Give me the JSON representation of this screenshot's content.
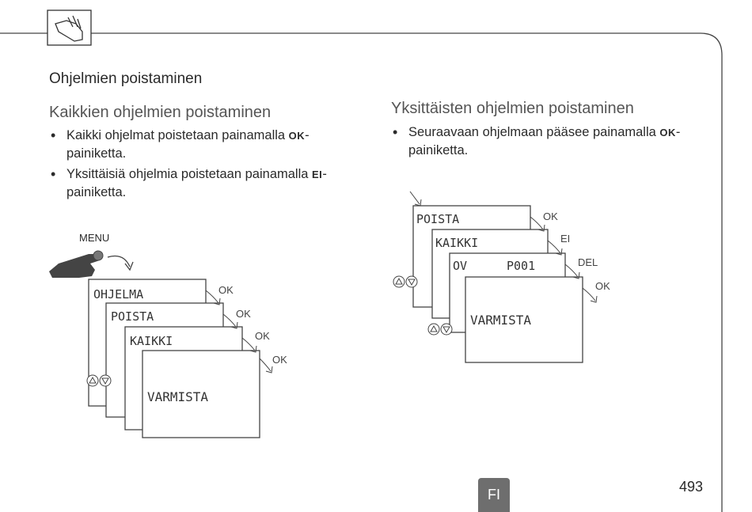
{
  "header": {
    "icon": "hand-press-icon",
    "section_title": "Ohjelmien poistaminen"
  },
  "left": {
    "subtitle": "Kaikkien ohjelmien poistaminen",
    "bullets": [
      {
        "pre": "Kaikki ohjelmat poistetaan painamalla ",
        "key": "OK",
        "post": "-painiketta."
      },
      {
        "pre": "Yksittäisiä ohjelmia poistetaan painamalla ",
        "key": "EI",
        "post": "-painiketta."
      }
    ],
    "diagram": {
      "menu_label": "MENU",
      "screens": [
        "OHJELMA",
        "POISTA",
        "KAIKKI",
        "VARMISTA"
      ],
      "step_labels": [
        "OK",
        "OK",
        "OK",
        "OK"
      ]
    }
  },
  "right": {
    "subtitle": "Yksittäisten ohjelmien poistaminen",
    "bullets": [
      {
        "pre": "Seuraavaan ohjelmaan pääsee painamalla ",
        "key": "OK",
        "post": "-painiketta."
      }
    ],
    "diagram": {
      "screens": [
        "POISTA",
        "KAIKKI",
        "OV",
        "P001",
        "VARMISTA"
      ],
      "step_labels": [
        "OK",
        "EI",
        "DEL",
        "OK"
      ]
    }
  },
  "footer": {
    "lang": "FI",
    "page_number": "493"
  }
}
